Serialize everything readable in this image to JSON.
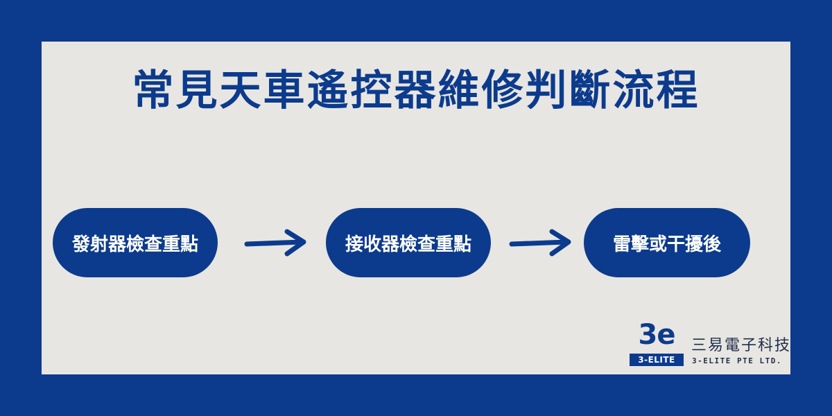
{
  "title": "常見天車遙控器維修判斷流程",
  "steps": [
    {
      "label": "發射器檢查重點"
    },
    {
      "label": "接收器檢查重點"
    },
    {
      "label": "雷擊或干擾後"
    }
  ],
  "logo": {
    "mark": "3e",
    "mark_band": "3-ELITE",
    "company_cn": "三易電子科技",
    "company_en": "3-ELITE PTE LTD."
  },
  "colors": {
    "brand_blue": "#0c3b8d",
    "panel_bg": "#e8e6e2",
    "text_on_blue": "#ffffff"
  },
  "icons": [
    "arrow-right-icon"
  ]
}
